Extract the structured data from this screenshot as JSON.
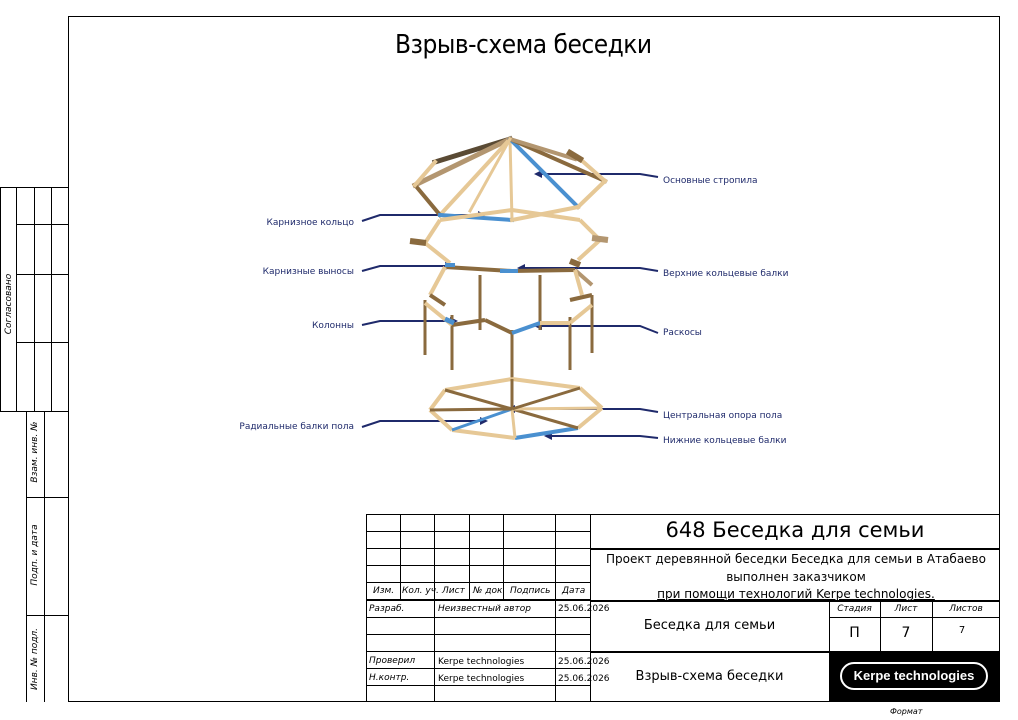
{
  "drawing": {
    "title": "Взрыв-схема беседки"
  },
  "labels": {
    "osnovnye_stropila": "Основные стропила",
    "karniznoe_koltso": "Карнизное кольцо",
    "karniznye_vynosy": "Карнизные выносы",
    "verkhnie_koltsevye_balki": "Верхние кольцевые балки",
    "kolonny": "Колонны",
    "raskosy": "Раскосы",
    "radialnye_balki_pola": "Радиальные балки пола",
    "tsentralnaya_opora_pola": "Центральная опора пола",
    "nizhnie_koltsevye_balki": "Нижние кольцевые балки"
  },
  "left_strip": {
    "soglasovano": "Согласовано",
    "vzam_inv": "Взам. инв. №",
    "podp_data": "Подп. и дата",
    "inv_podl": "Инв. № подл."
  },
  "title_block": {
    "project_code": "648 Беседка для семьи",
    "description_line1": "Проект деревянной беседки Беседка для семьи в Атабаево",
    "description_line2": "выполнен заказчиком",
    "description_line3": "при помощи технологий Kerpe technologies.",
    "col_izm": "Изм.",
    "col_kol_uch": "Кол. уч.",
    "col_list": "Лист",
    "col_n_dok": "№ док.",
    "col_podpis": "Подпись",
    "col_data": "Дата",
    "row_razrab": "Разраб.",
    "razrab_name": "Неизвестный автор",
    "razrab_date": "25.06.2026",
    "row_proveril": "Проверил",
    "proveril_name": "Kerpe technologies",
    "proveril_date": "25.06.2026",
    "row_nkontr": "Н.контр.",
    "nkontr_name": "Kerpe technologies",
    "nkontr_date": "25.06.2026",
    "object_name": "Беседка для семьи",
    "sheet_name": "Взрыв-схема беседки",
    "stadiya_label": "Стадия",
    "list_label": "Лист",
    "listov_label": "Листов",
    "stadiya_value": "П",
    "list_value": "7",
    "listov_value": "7",
    "logo_text": "Kerpe technologies",
    "format_label": "Формат"
  },
  "colors": {
    "leader": "#1f2a6b",
    "wood_light": "#e6c896",
    "wood_dark": "#8a6a3e",
    "highlight": "#4a90d0"
  }
}
